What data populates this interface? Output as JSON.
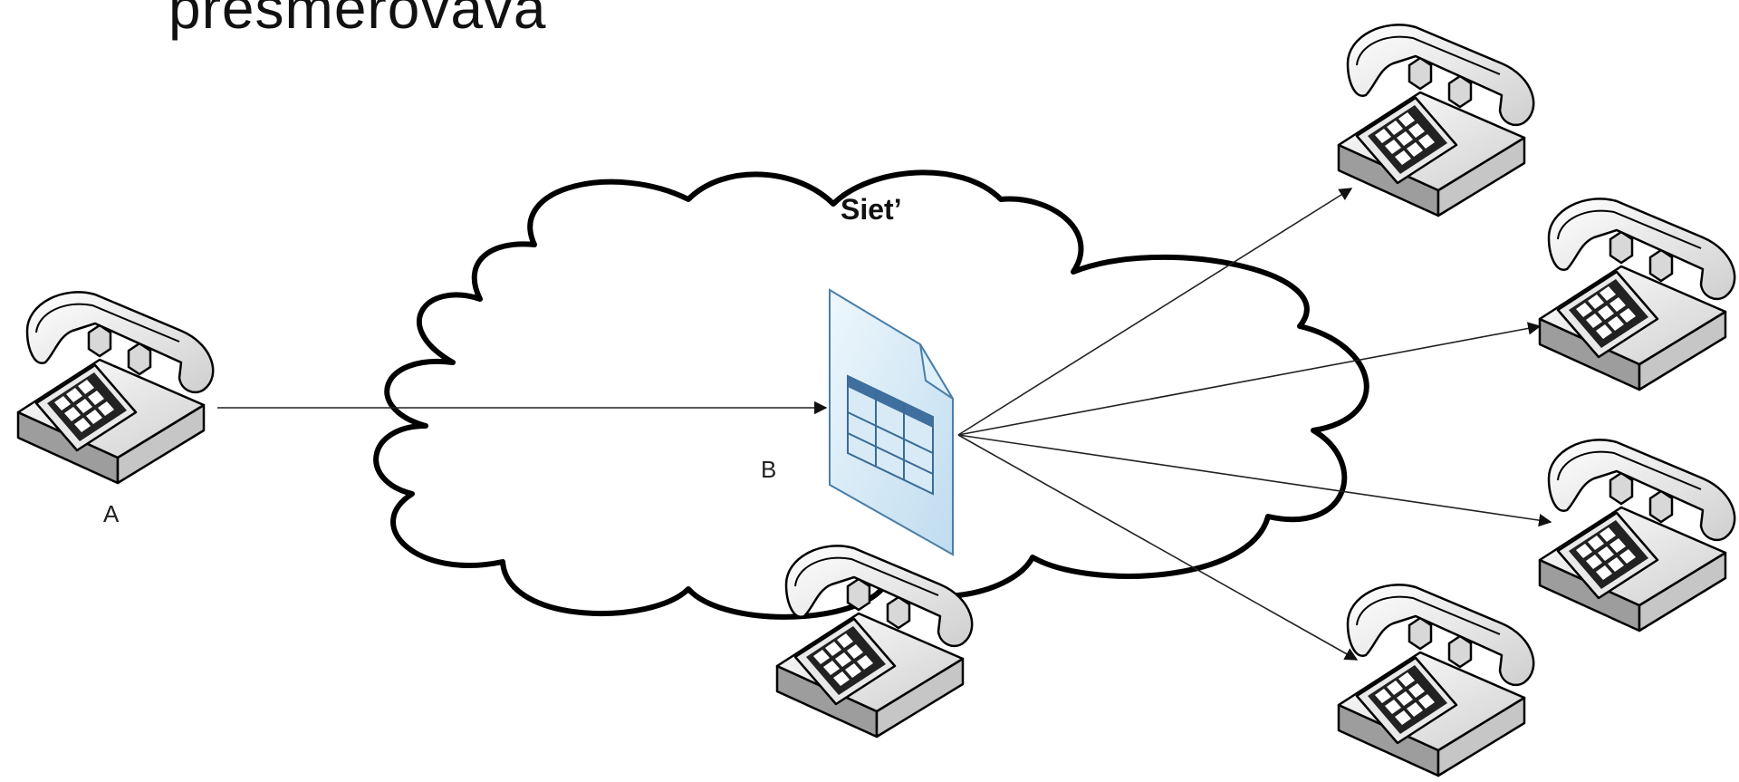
{
  "title": "presmerováva",
  "network_label": "Siet’",
  "caller_label": "A",
  "forwarder_label": "B",
  "icons": {
    "phone": "telephone-icon",
    "table": "routing-table-icon",
    "cloud": "network-cloud"
  },
  "colors": {
    "cloud_outline": "#000000",
    "phone_body": "#d9d9d9",
    "table_fill": "#cfe6f3",
    "table_header": "#3f6f9e",
    "arrow": "#222222"
  }
}
